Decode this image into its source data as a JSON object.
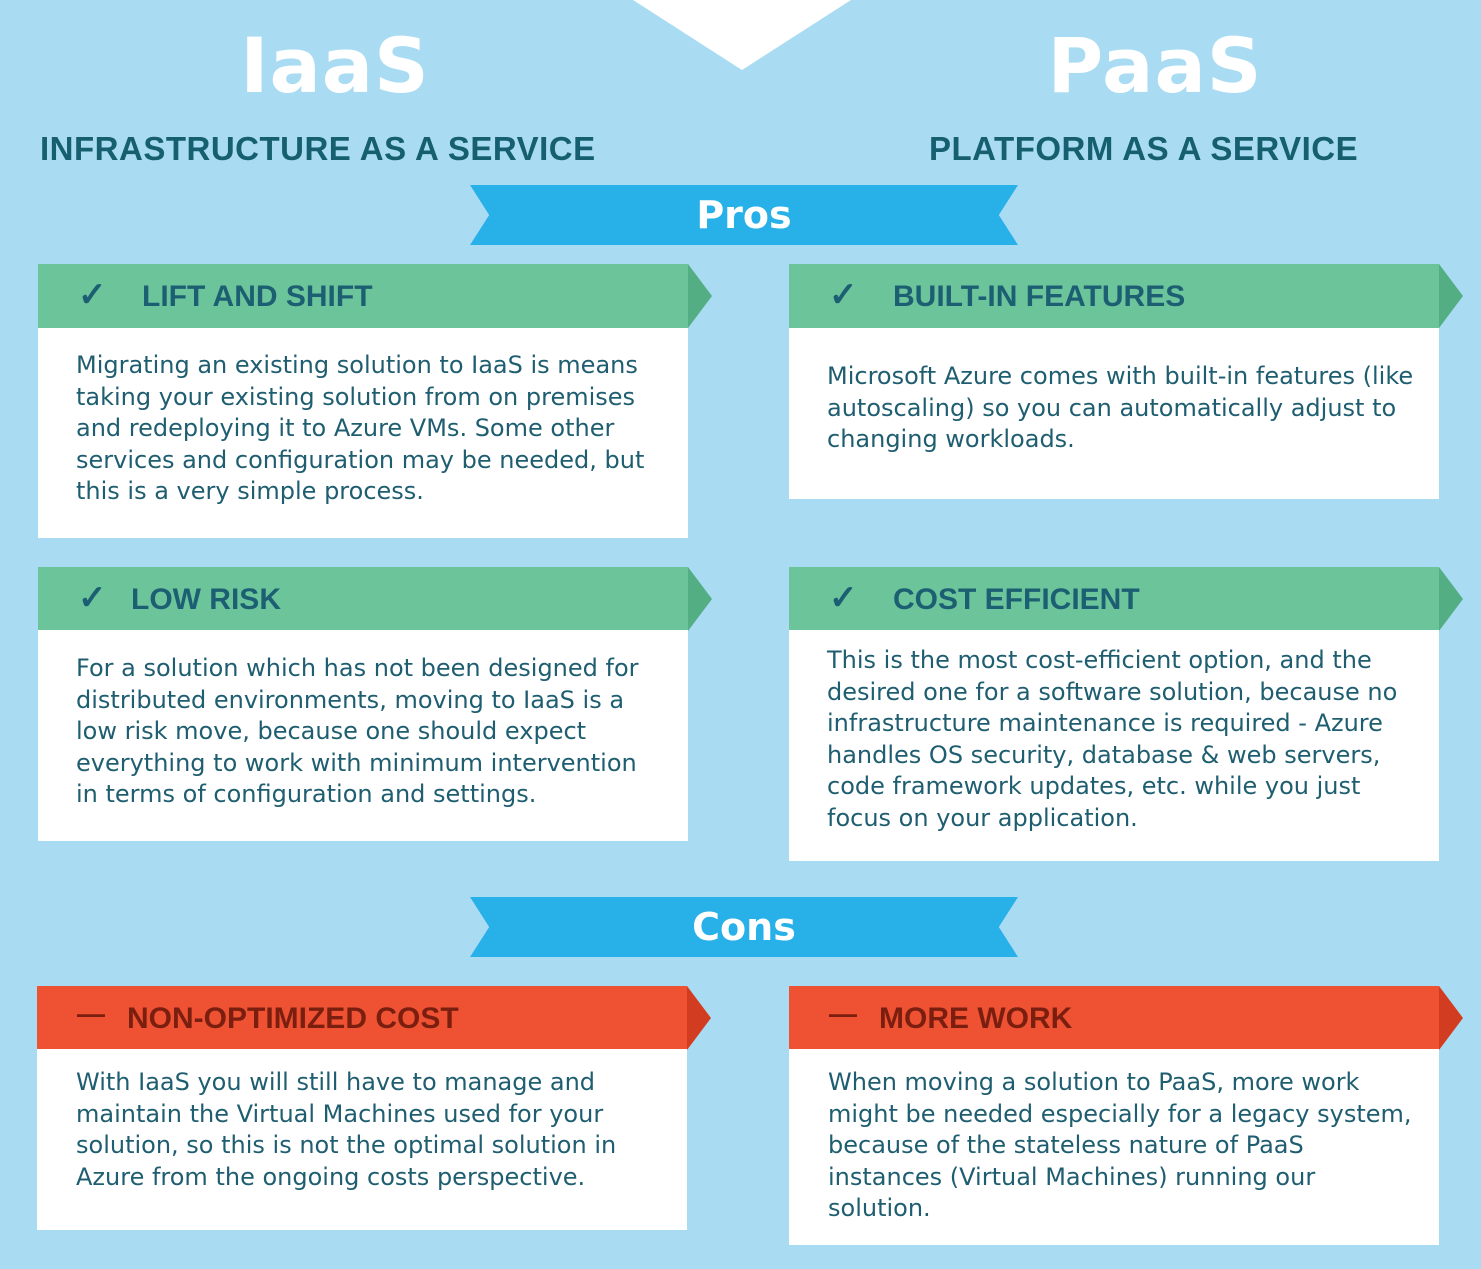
{
  "header": {
    "left": {
      "title": "IaaS",
      "subtitle": "INFRASTRUCTURE AS A SERVICE"
    },
    "right": {
      "title": "PaaS",
      "subtitle": "PLATFORM AS A SERVICE"
    }
  },
  "sections": {
    "pros_label": "Pros",
    "cons_label": "Cons"
  },
  "markers": {
    "pro": "✓",
    "con": "—"
  },
  "cards": {
    "lift_and_shift": {
      "title": "LIFT AND SHIFT",
      "text": "Migrating an existing solution to IaaS is means taking your existing solution from on premises and redeploying it to Azure VMs. Some other services and configuration may be needed, but this is a very simple process."
    },
    "built_in_features": {
      "title": "BUILT-IN FEATURES",
      "text": "Microsoft Azure comes with built-in features (like autoscaling) so you can automatically adjust to changing workloads."
    },
    "low_risk": {
      "title": "LOW RISK",
      "text": "For a solution which has not been designed for distributed environments, moving to IaaS is a low risk move, because one should expect everything to work with minimum intervention in terms of configuration and settings."
    },
    "cost_efficient": {
      "title": "COST EFFICIENT",
      "text": "This is the most cost-efficient option, and the desired one for a software solution, because no infrastructure maintenance is required - Azure handles OS security, database & web servers, code framework updates, etc. while you just focus on your application."
    },
    "non_optimized_cost": {
      "title": "NON-OPTIMIZED COST",
      "text": "With IaaS you will still have to manage and maintain the Virtual Machines used for your solution, so this is not the optimal solution in Azure from the ongoing costs perspective."
    },
    "more_work": {
      "title": "MORE WORK",
      "text": "When moving a solution to PaaS, more work might be needed especially for a legacy system, because of the stateless nature of PaaS instances (Virtual Machines) running our solution."
    }
  },
  "colors": {
    "background": "#a9dcf3",
    "ribbon": "#28b1e8",
    "pro_header": "#6cc49a",
    "con_header": "#ef5233",
    "heading_text": "#155f70"
  }
}
